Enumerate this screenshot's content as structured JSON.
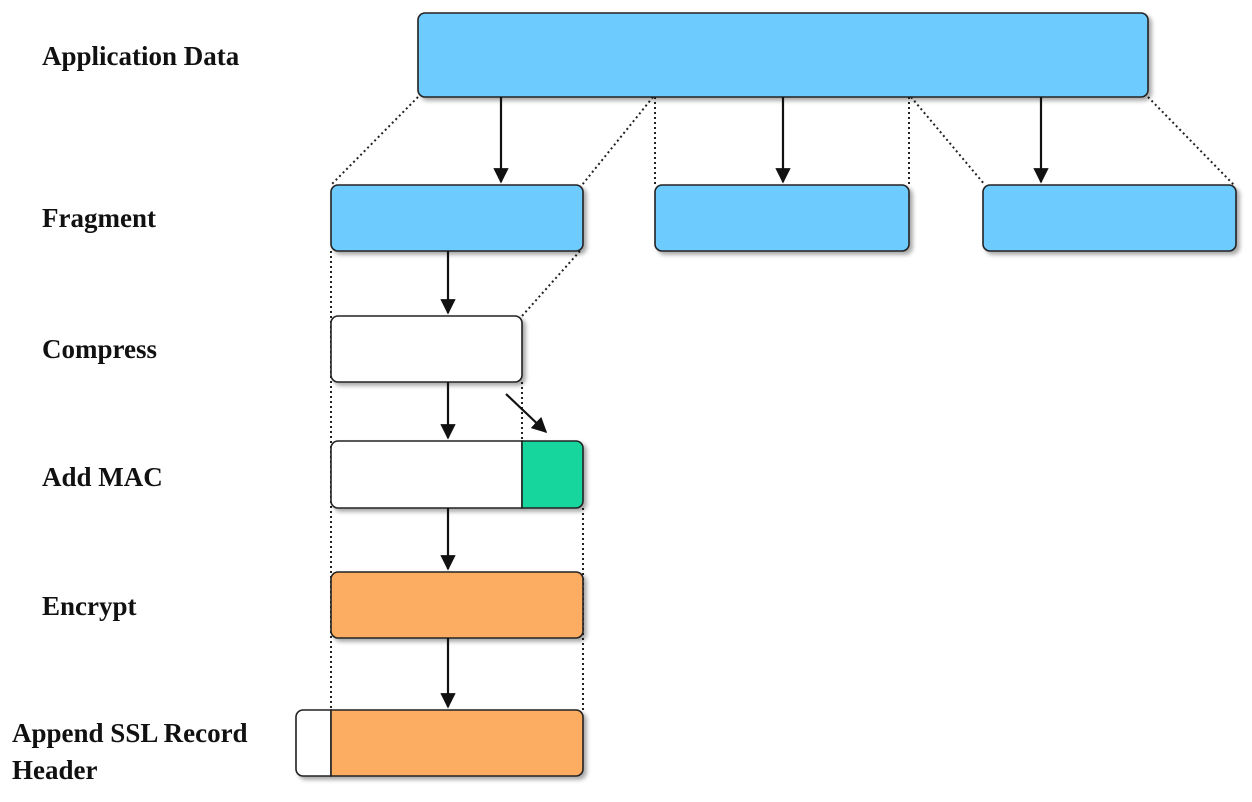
{
  "diagram": {
    "stages": [
      {
        "id": "application-data",
        "label": "Application Data"
      },
      {
        "id": "fragment",
        "label": "Fragment"
      },
      {
        "id": "compress",
        "label": "Compress"
      },
      {
        "id": "add-mac",
        "label": "Add MAC"
      },
      {
        "id": "encrypt",
        "label": "Encrypt"
      },
      {
        "id": "append-header",
        "label_line1": "Append SSL Record",
        "label_line2": "Header"
      }
    ],
    "colors": {
      "application_data": "#6ecbfd",
      "fragment": "#6ecbfd",
      "compressed": "#ffffff",
      "mac": "#18d69e",
      "encrypted": "#fcad62",
      "header": "#ffffff",
      "stroke": "#222222"
    }
  }
}
